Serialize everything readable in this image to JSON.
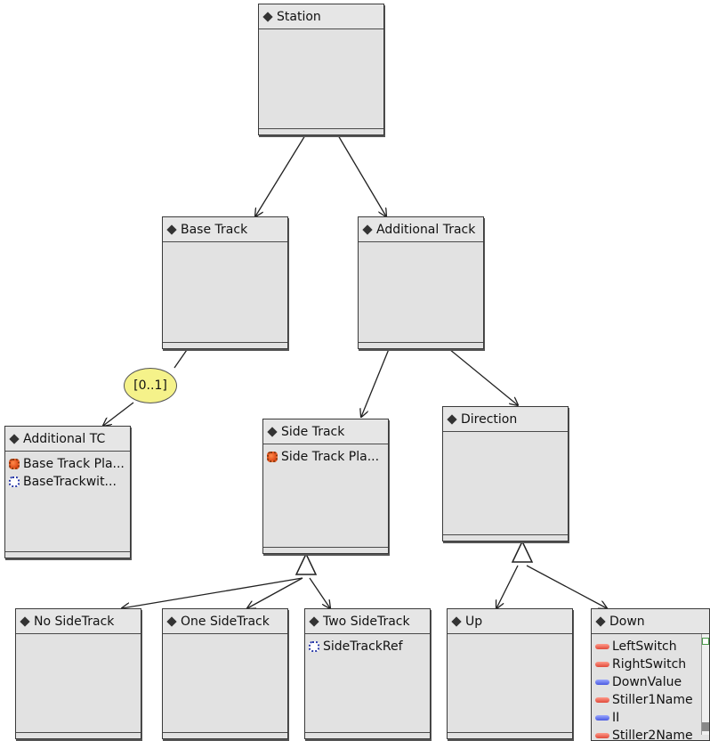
{
  "nodes": {
    "station": {
      "title": "Station"
    },
    "base_track": {
      "title": "Base Track"
    },
    "additional_track": {
      "title": "Additional Track"
    },
    "additional_tc": {
      "title": "Additional TC",
      "features": [
        {
          "label": "Base Track Pla...",
          "kind": "mandatory"
        },
        {
          "label": "BaseTrackwit...",
          "kind": "optional"
        }
      ]
    },
    "side_track": {
      "title": "Side Track",
      "features": [
        {
          "label": "Side Track Pla...",
          "kind": "mandatory"
        }
      ]
    },
    "direction": {
      "title": "Direction"
    },
    "no_sidetrack": {
      "title": "No SideTrack"
    },
    "one_sidetrack": {
      "title": "One SideTrack"
    },
    "two_sidetrack": {
      "title": "Two SideTrack",
      "features": [
        {
          "label": "SideTrackRef",
          "kind": "optional"
        }
      ]
    },
    "up": {
      "title": "Up"
    },
    "down": {
      "title": "Down",
      "attributes": [
        {
          "label": "LeftSwitch",
          "color": "red"
        },
        {
          "label": "RightSwitch",
          "color": "red"
        },
        {
          "label": "DownValue",
          "color": "blue"
        },
        {
          "label": "Stiller1Name",
          "color": "red"
        },
        {
          "label": "II",
          "color": "blue"
        },
        {
          "label": "Stiller2Name",
          "color": "red"
        }
      ]
    }
  },
  "cardinality": {
    "label": "[0..1]"
  },
  "colors": {
    "node_fill": "#e2e2e2",
    "node_border": "#3a3a3a",
    "cardinality_fill": "#f5f28a",
    "mandatory": "#d63a0c",
    "optional": "#2a3aa8",
    "attr_red": "#e04a3a",
    "attr_blue": "#4a5ae0"
  },
  "icons": {
    "node": "diamond-icon",
    "mandatory_feature": "mandatory-feature-icon",
    "optional_feature": "optional-feature-icon",
    "attribute": "attribute-icon",
    "alternative_group": "alternative-group-triangle"
  }
}
